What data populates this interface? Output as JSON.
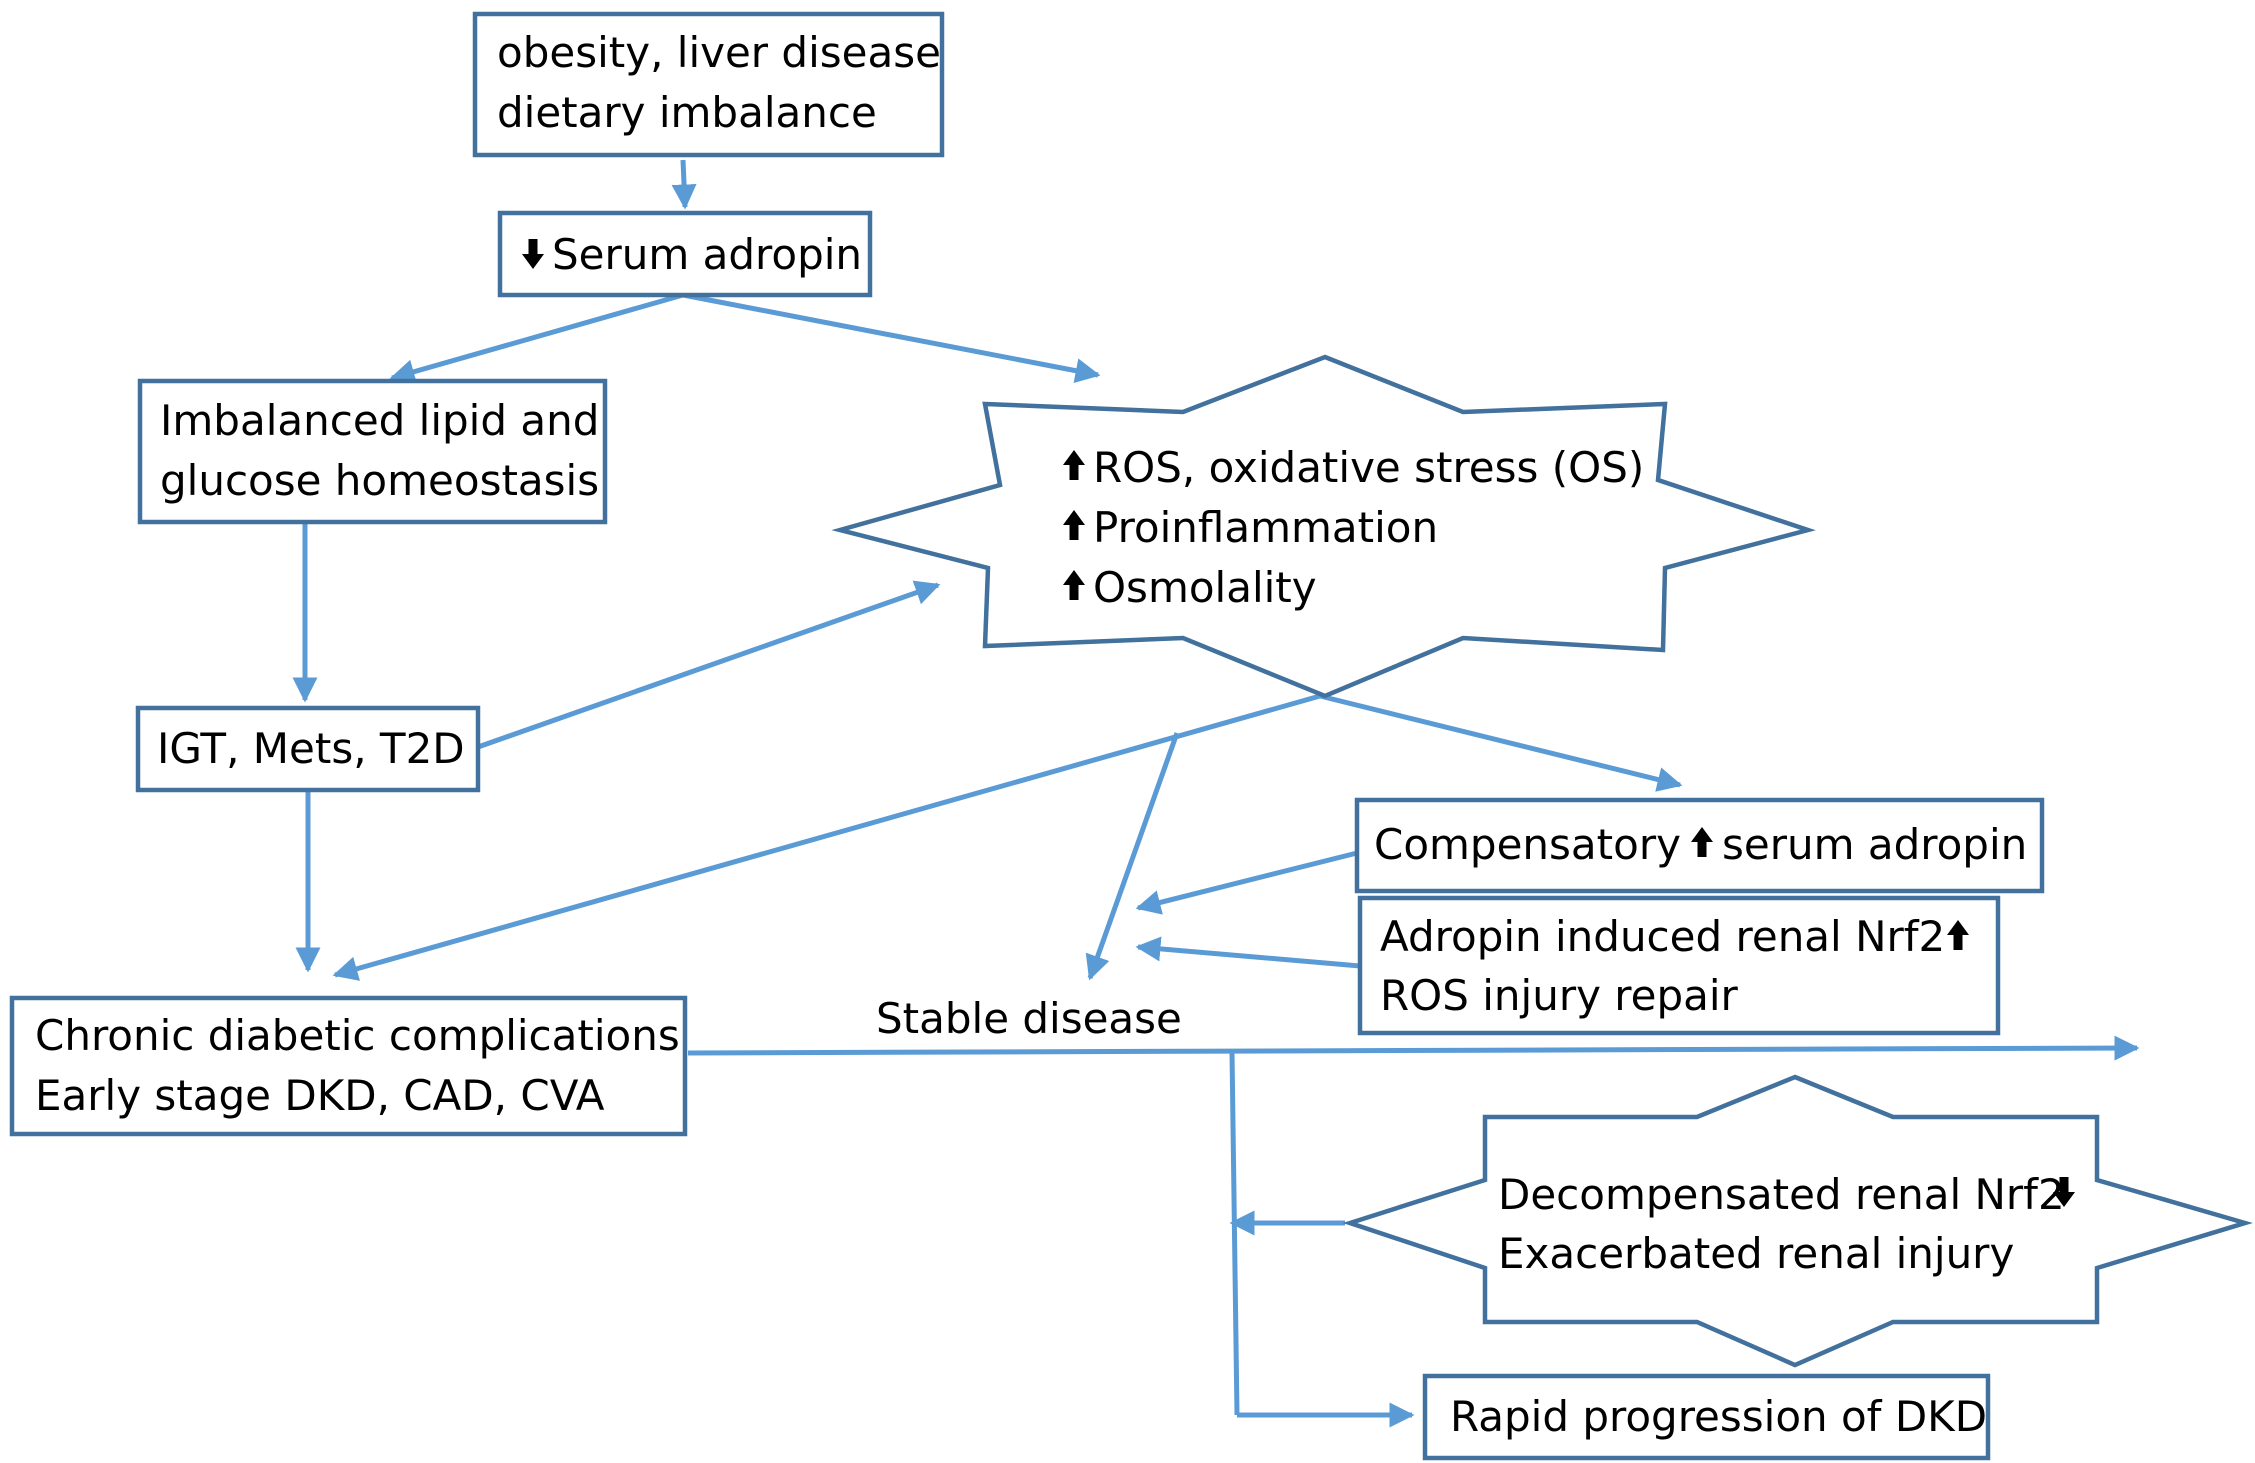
{
  "nodes": {
    "causes": {
      "lines": [
        "obesity, liver disease",
        "dietary imbalance"
      ]
    },
    "serum_adropin": {
      "arrow_dir": "down",
      "text": "Serum adropin"
    },
    "imbalance": {
      "lines": [
        "Imbalanced lipid and",
        "glucose homeostasis"
      ]
    },
    "ros": {
      "items": [
        {
          "arrow_dir": "up",
          "text": "ROS, oxidative stress (OS)"
        },
        {
          "arrow_dir": "up",
          "text": "Proinflammation"
        },
        {
          "arrow_dir": "up",
          "text": "Osmolality"
        }
      ]
    },
    "igt": {
      "text": "IGT, Mets, T2D"
    },
    "compensatory": {
      "prefix": "Compensatory",
      "arrow_dir": "up",
      "suffix": "serum adropin"
    },
    "adropin_nrf2": {
      "line1": "Adropin induced renal Nrf2",
      "arrow_dir": "up",
      "line2": "ROS injury repair"
    },
    "stable": {
      "text": "Stable disease"
    },
    "chronic": {
      "lines": [
        "Chronic diabetic complications",
        "Early stage DKD, CAD, CVA"
      ]
    },
    "decomp": {
      "line1": "Decompensated renal Nrf2",
      "arrow_dir": "down",
      "line2": "Exacerbated renal injury"
    },
    "rapid": {
      "text": "Rapid progression of DKD"
    }
  },
  "colors": {
    "box_stroke": "#41719c",
    "arrow": "#5b9bd5",
    "text": "#000000"
  },
  "icons": {
    "up": "up-arrow-icon",
    "down": "down-arrow-icon"
  }
}
